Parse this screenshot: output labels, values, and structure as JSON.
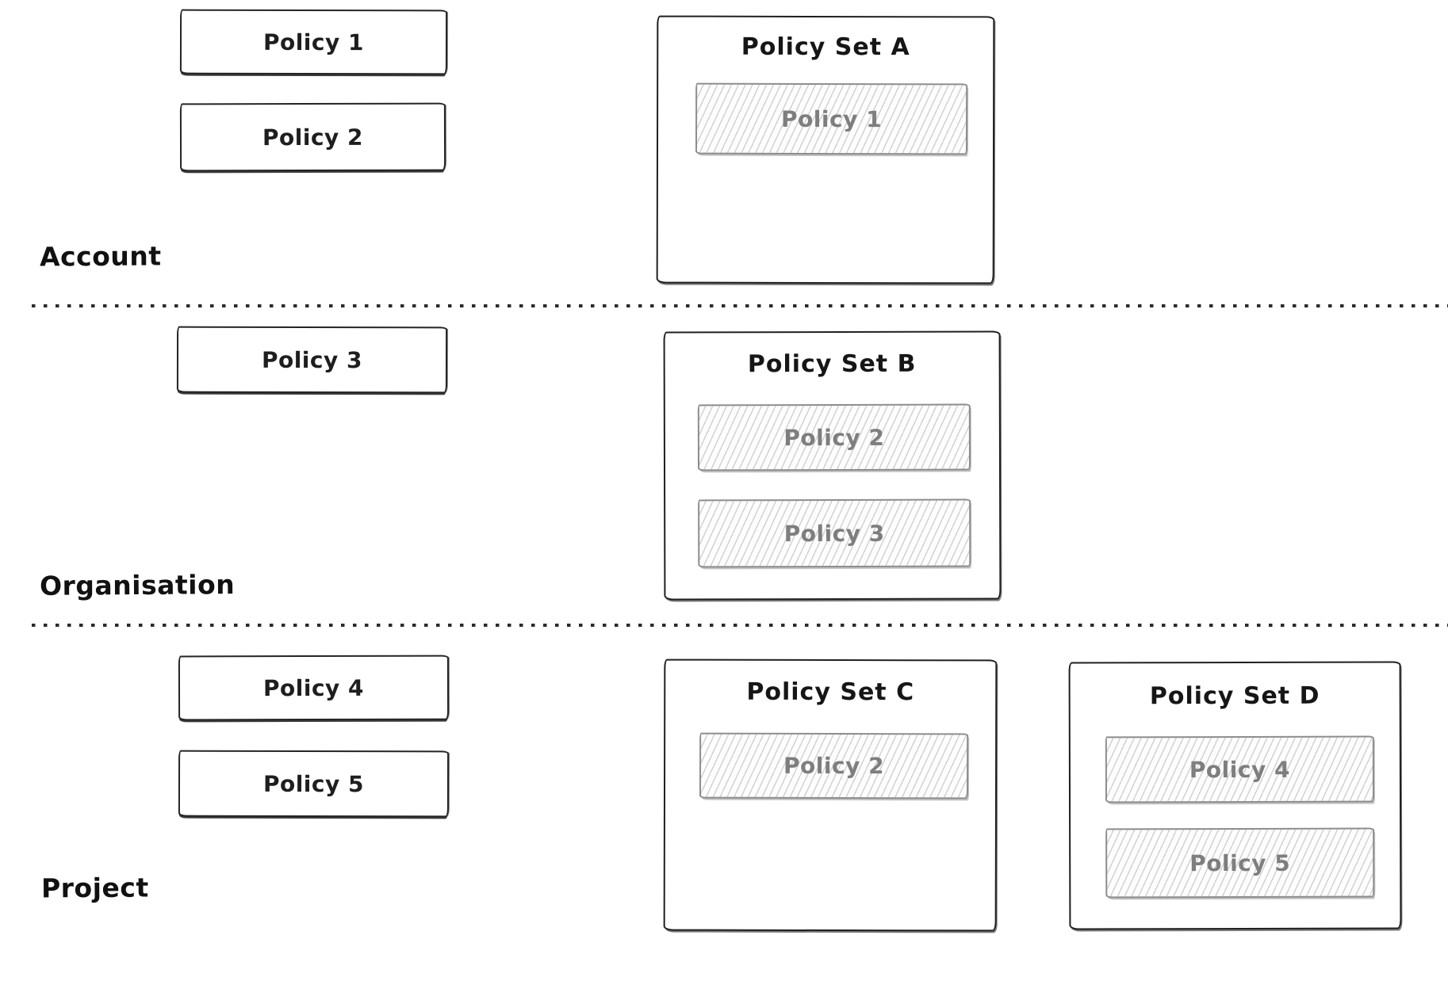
{
  "diagram": {
    "description": "Hand-drawn sketch diagram of policies and policy sets across three scope levels",
    "colors": {
      "background": "#ffffff",
      "ink": "#1e1e1e",
      "shaded_border": "#8d8d8d",
      "shaded_text": "#7e7e7e",
      "hatch_line": "#d2d2d2",
      "divider_dot": "#2b2b2b"
    },
    "rows": [
      {
        "label": "Account",
        "policies": [
          "Policy 1",
          "Policy 2"
        ],
        "sets": [
          {
            "title": "Policy Set A",
            "members": [
              "Policy 1"
            ]
          }
        ]
      },
      {
        "label": "Organisation",
        "policies": [
          "Policy 3"
        ],
        "sets": [
          {
            "title": "Policy Set B",
            "members": [
              "Policy 2",
              "Policy 3"
            ]
          }
        ]
      },
      {
        "label": "Project",
        "policies": [
          "Policy 4",
          "Policy 5"
        ],
        "sets": [
          {
            "title": "Policy Set C",
            "members": [
              "Policy 2"
            ]
          },
          {
            "title": "Policy Set D",
            "members": [
              "Policy 4",
              "Policy 5"
            ]
          }
        ]
      }
    ]
  }
}
